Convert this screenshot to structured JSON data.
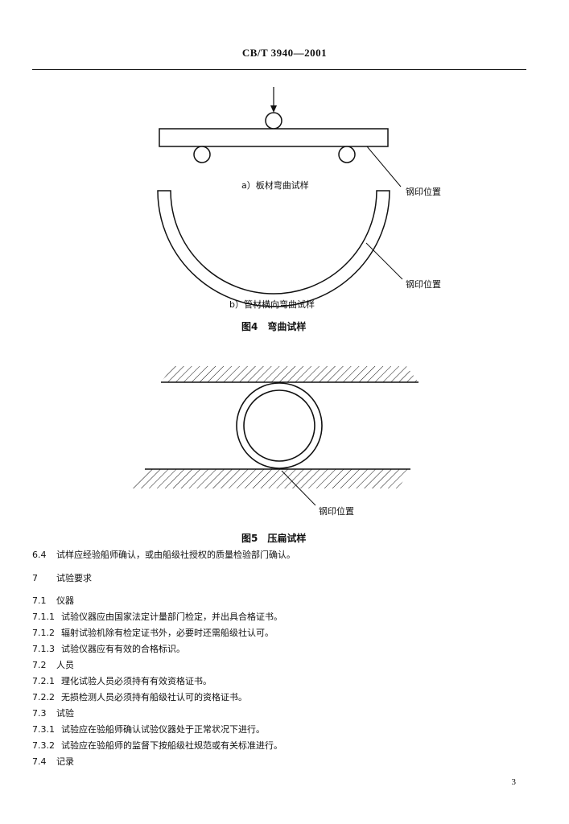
{
  "header": {
    "standard_code": "CB/T 3940—2001"
  },
  "figure4": {
    "label_a": "a）板材弯曲试样",
    "label_b": "b）管材横向弯曲试样",
    "stamp_position_1": "钢印位置",
    "stamp_position_2": "钢印位置",
    "caption": "图4　弯曲试样"
  },
  "figure5": {
    "stamp_position": "钢印位置",
    "caption": "图5　压扁试样"
  },
  "body": {
    "lines": [
      {
        "num": "6.4",
        "text": "试样应经验船师确认，或由船级社授权的质量检验部门确认。"
      },
      {
        "num": "7",
        "text": "试验要求"
      },
      {
        "num": "7.1",
        "text": "仪器"
      },
      {
        "num": "7.1.1",
        "text": "试验仪器应由国家法定计量部门检定，并出具合格证书。"
      },
      {
        "num": "7.1.2",
        "text": "辐射试验机除有检定证书外，必要时还需船级社认可。"
      },
      {
        "num": "7.1.3",
        "text": "试验仪器应有有效的合格标识。"
      },
      {
        "num": "7.2",
        "text": "人员"
      },
      {
        "num": "7.2.1",
        "text": "理化试验人员必须持有有效资格证书。"
      },
      {
        "num": "7.2.2",
        "text": "无损检测人员必须持有船级社认可的资格证书。"
      },
      {
        "num": "7.3",
        "text": "试验"
      },
      {
        "num": "7.3.1",
        "text": "试验应在验船师确认试验仪器处于正常状况下进行。"
      },
      {
        "num": "7.3.2",
        "text": "试验应在验船师的监督下按船级社规范或有关标准进行。"
      },
      {
        "num": "7.4",
        "text": "记录"
      }
    ]
  },
  "page_number": "3"
}
